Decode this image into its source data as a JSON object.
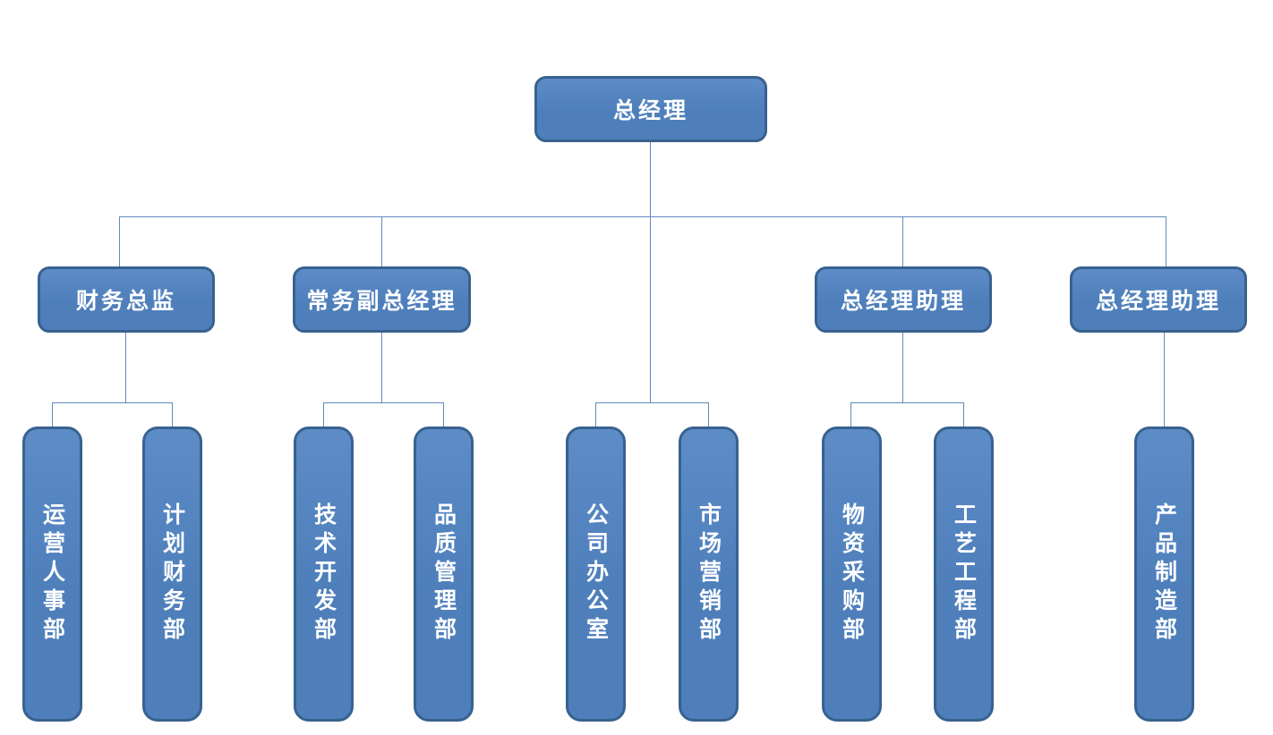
{
  "org_chart": {
    "root": {
      "label": "总经理"
    },
    "level2": [
      {
        "label": "财务总监"
      },
      {
        "label": "常务副总经理"
      },
      {
        "label": "总经理助理"
      },
      {
        "label": "总经理助理"
      }
    ],
    "departments": [
      {
        "label": "运营人事部"
      },
      {
        "label": "计划财务部"
      },
      {
        "label": "技术开发部"
      },
      {
        "label": "品质管理部"
      },
      {
        "label": "公司办公室"
      },
      {
        "label": "市场营销部"
      },
      {
        "label": "物资采购部"
      },
      {
        "label": "工艺工程部"
      },
      {
        "label": "产品制造部"
      }
    ],
    "colors": {
      "box_fill": "#4e7fbb",
      "box_fill_light": "#5d8cc7",
      "box_border": "#38618f",
      "connector": "#6389bb",
      "text": "#ffffff",
      "background": "#ffffff"
    }
  }
}
